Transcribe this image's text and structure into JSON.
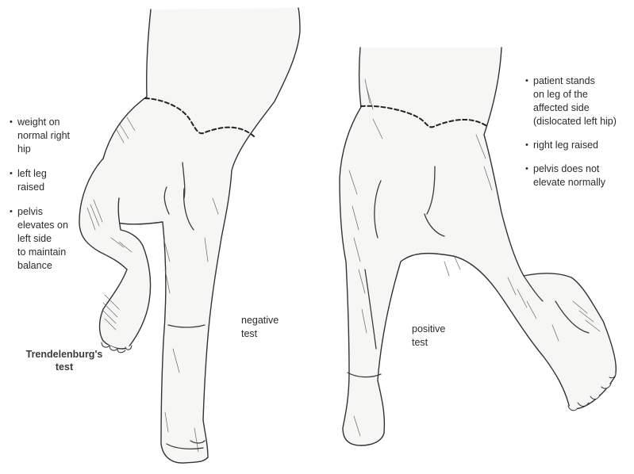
{
  "left_panel": {
    "notes": [
      "weight on\nnormal right\nhip",
      "left leg\nraised",
      "pelvis\nelevates on\nleft side\nto maintain\nbalance"
    ],
    "result_label": "negative\ntest"
  },
  "right_panel": {
    "notes": [
      "patient stands\non leg of the\naffected side\n(dislocated left hip)",
      "right leg raised",
      "pelvis does not\nelevate normally"
    ],
    "result_label": "positive\ntest"
  },
  "title": "Trendelenburg's\ntest",
  "colors": {
    "line": "#333333",
    "fill": "#f6f6f4",
    "text": "#2b2b2b"
  }
}
